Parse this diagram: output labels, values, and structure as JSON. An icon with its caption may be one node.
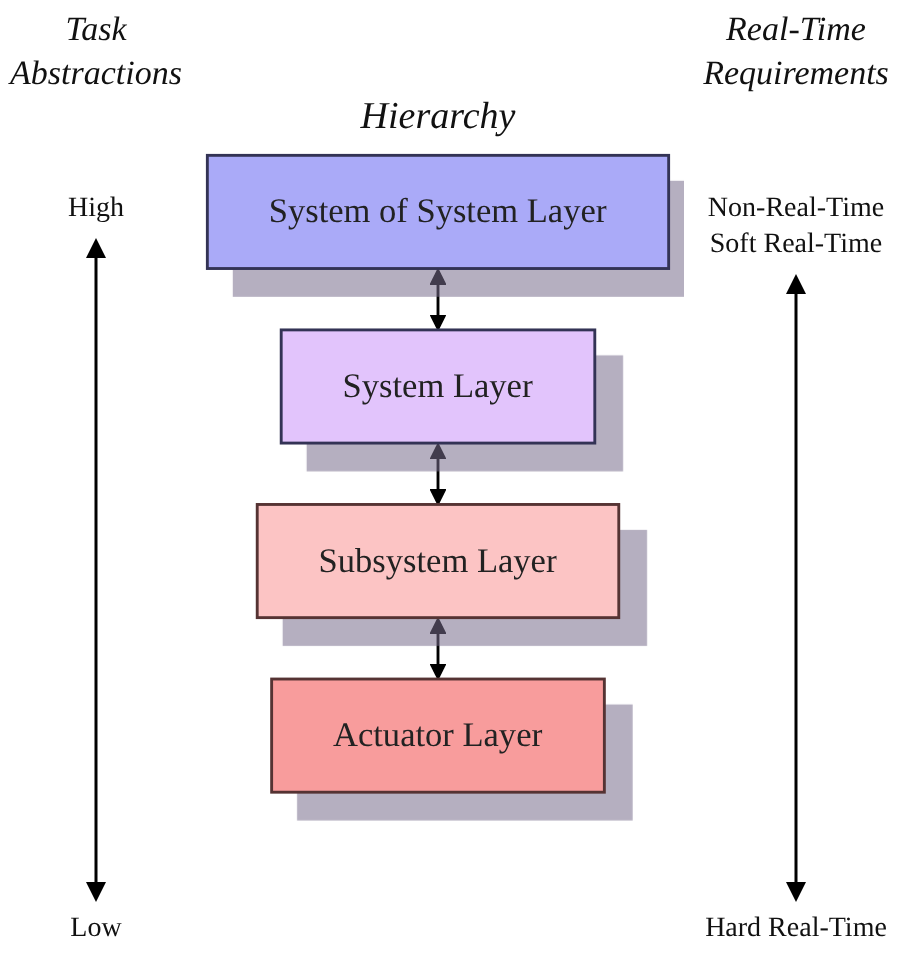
{
  "diagram": {
    "title": "Hierarchy",
    "nodes": [
      {
        "text": [
          "System of System Layer"
        ]
      },
      {
        "text": [
          "System Layer"
        ]
      },
      {
        "text": [
          "Subsystem Layer"
        ]
      },
      {
        "text": [
          "Actuator Layer"
        ]
      }
    ],
    "edges": [
      {
        "from": 0,
        "to": 1,
        "arrow": "both"
      },
      {
        "from": 1,
        "to": 2,
        "arrow": "both"
      },
      {
        "from": 2,
        "to": 3,
        "arrow": "both"
      }
    ],
    "labels": [
      "Task Abstractions",
      "Real-Time Requirements",
      "High",
      "Non-Real-Time",
      "Soft Real-Time",
      "Low",
      "Hard Real-Time"
    ]
  }
}
